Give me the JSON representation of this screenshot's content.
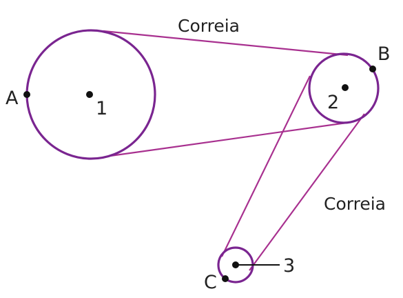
{
  "labels": {
    "belt_top": "Correia",
    "belt_right": "Correia",
    "point_a": "A",
    "point_b": "B",
    "point_c": "C",
    "pulley_1": "1",
    "pulley_2": "2",
    "pulley_3": "3"
  },
  "colors": {
    "pulley_stroke": "#7a2590",
    "belt_stroke": "#a8308f",
    "dots": "#111111"
  }
}
